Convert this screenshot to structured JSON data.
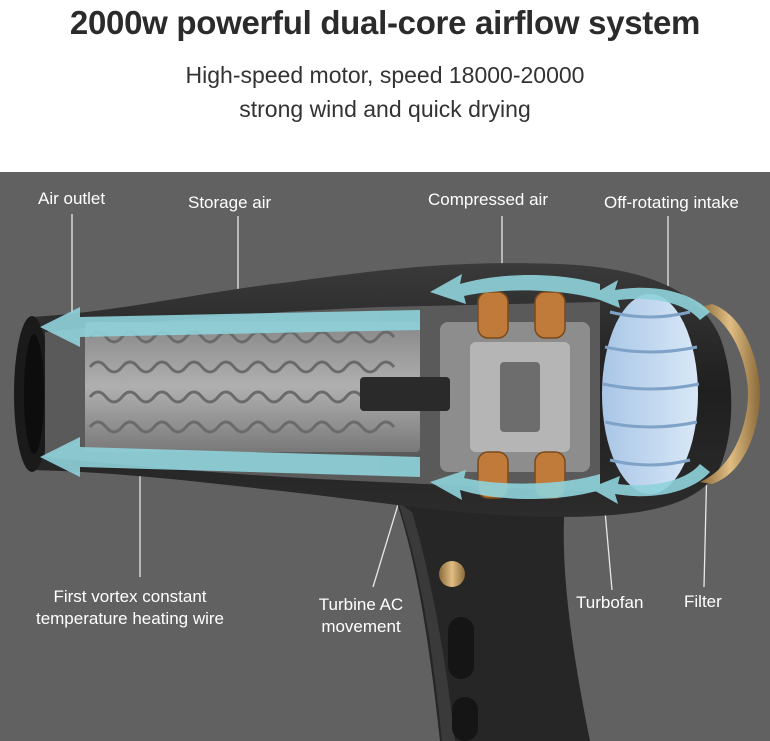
{
  "header": {
    "title": "2000w powerful dual-core airflow system",
    "subtitle_line1": "High-speed motor, speed 18000-20000",
    "subtitle_line2": "strong wind and quick drying"
  },
  "labels": {
    "air_outlet": "Air outlet",
    "storage_air": "Storage air",
    "compressed_air": "Compressed air",
    "off_rotating_intake": "Off-rotating intake",
    "heating_wire_line1": "First vortex constant",
    "heating_wire_line2": "temperature heating wire",
    "turbine_line1": "Turbine AC",
    "turbine_line2": "movement",
    "turbofan": "Turbofan",
    "filter": "Filter"
  },
  "colors": {
    "background": "#616161",
    "airflow_arrows": "#8fd3dc",
    "body": "#2a2a2a",
    "accent_gold": "#c9a46a"
  }
}
